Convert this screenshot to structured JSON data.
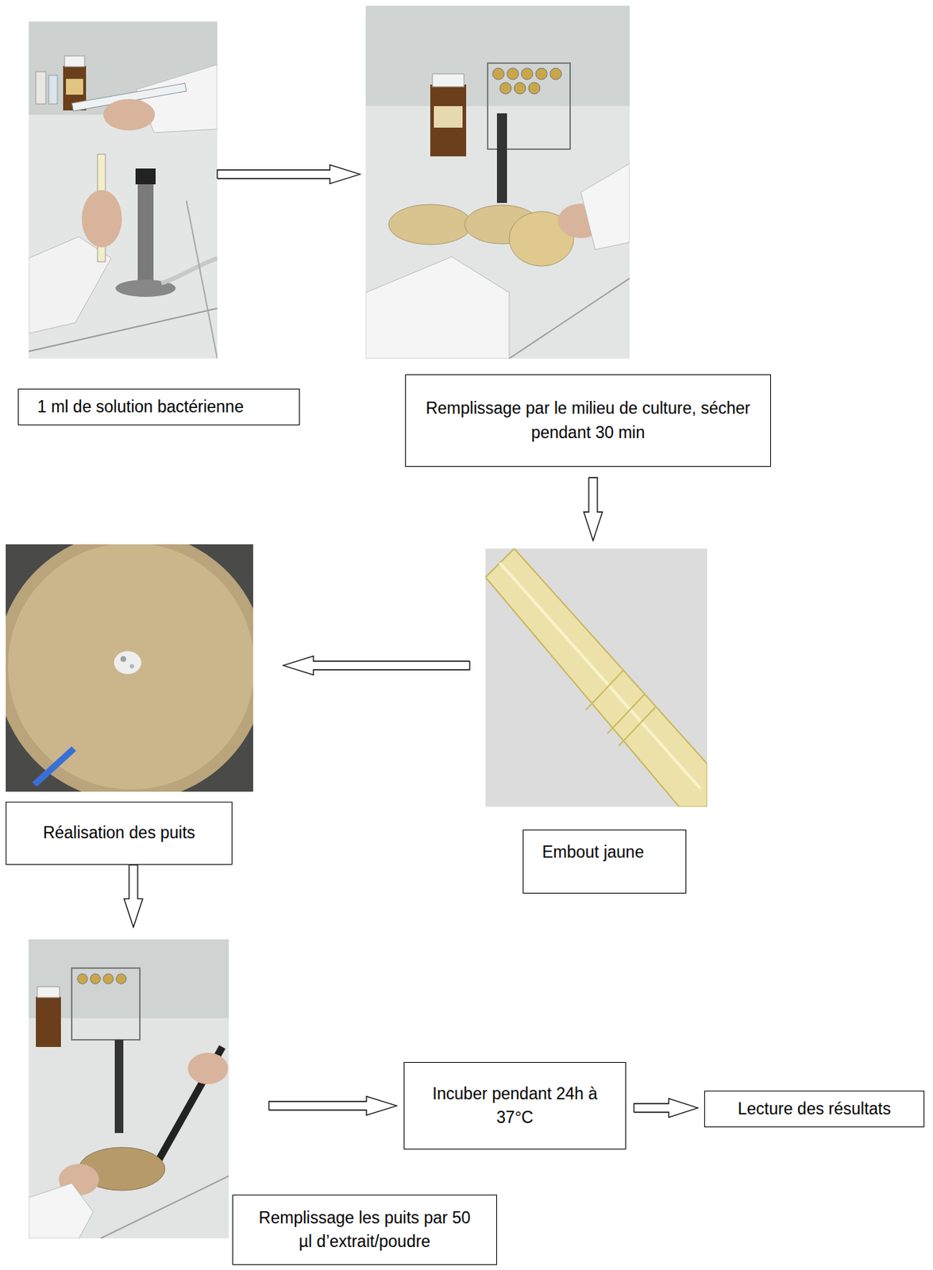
{
  "diagram": {
    "nodes": [
      {
        "text": [
          "1 ml de solution bactérienne"
        ]
      },
      {
        "text": [
          "Remplissage par le milieu de culture, sécher pendant 30 min"
        ]
      },
      {
        "text": [
          "Embout jaune"
        ]
      },
      {
        "text": [
          "Réalisation des puits"
        ]
      },
      {
        "text": [
          "Remplissage les puits par 50 µl d’extrait/poudre"
        ]
      },
      {
        "text": [
          "Incuber pendant 24h à 37°C"
        ]
      },
      {
        "text": [
          "Lecture des résultats"
        ]
      }
    ],
    "edges": [
      {
        "from": 0,
        "to": 1,
        "arrow": "to"
      },
      {
        "from": 1,
        "to": 2,
        "arrow": "to"
      },
      {
        "from": 2,
        "to": 3,
        "arrow": "to"
      },
      {
        "from": 3,
        "to": 4,
        "arrow": "to"
      },
      {
        "from": 4,
        "to": 5,
        "arrow": "to"
      },
      {
        "from": 5,
        "to": 6,
        "arrow": "to"
      }
    ]
  }
}
